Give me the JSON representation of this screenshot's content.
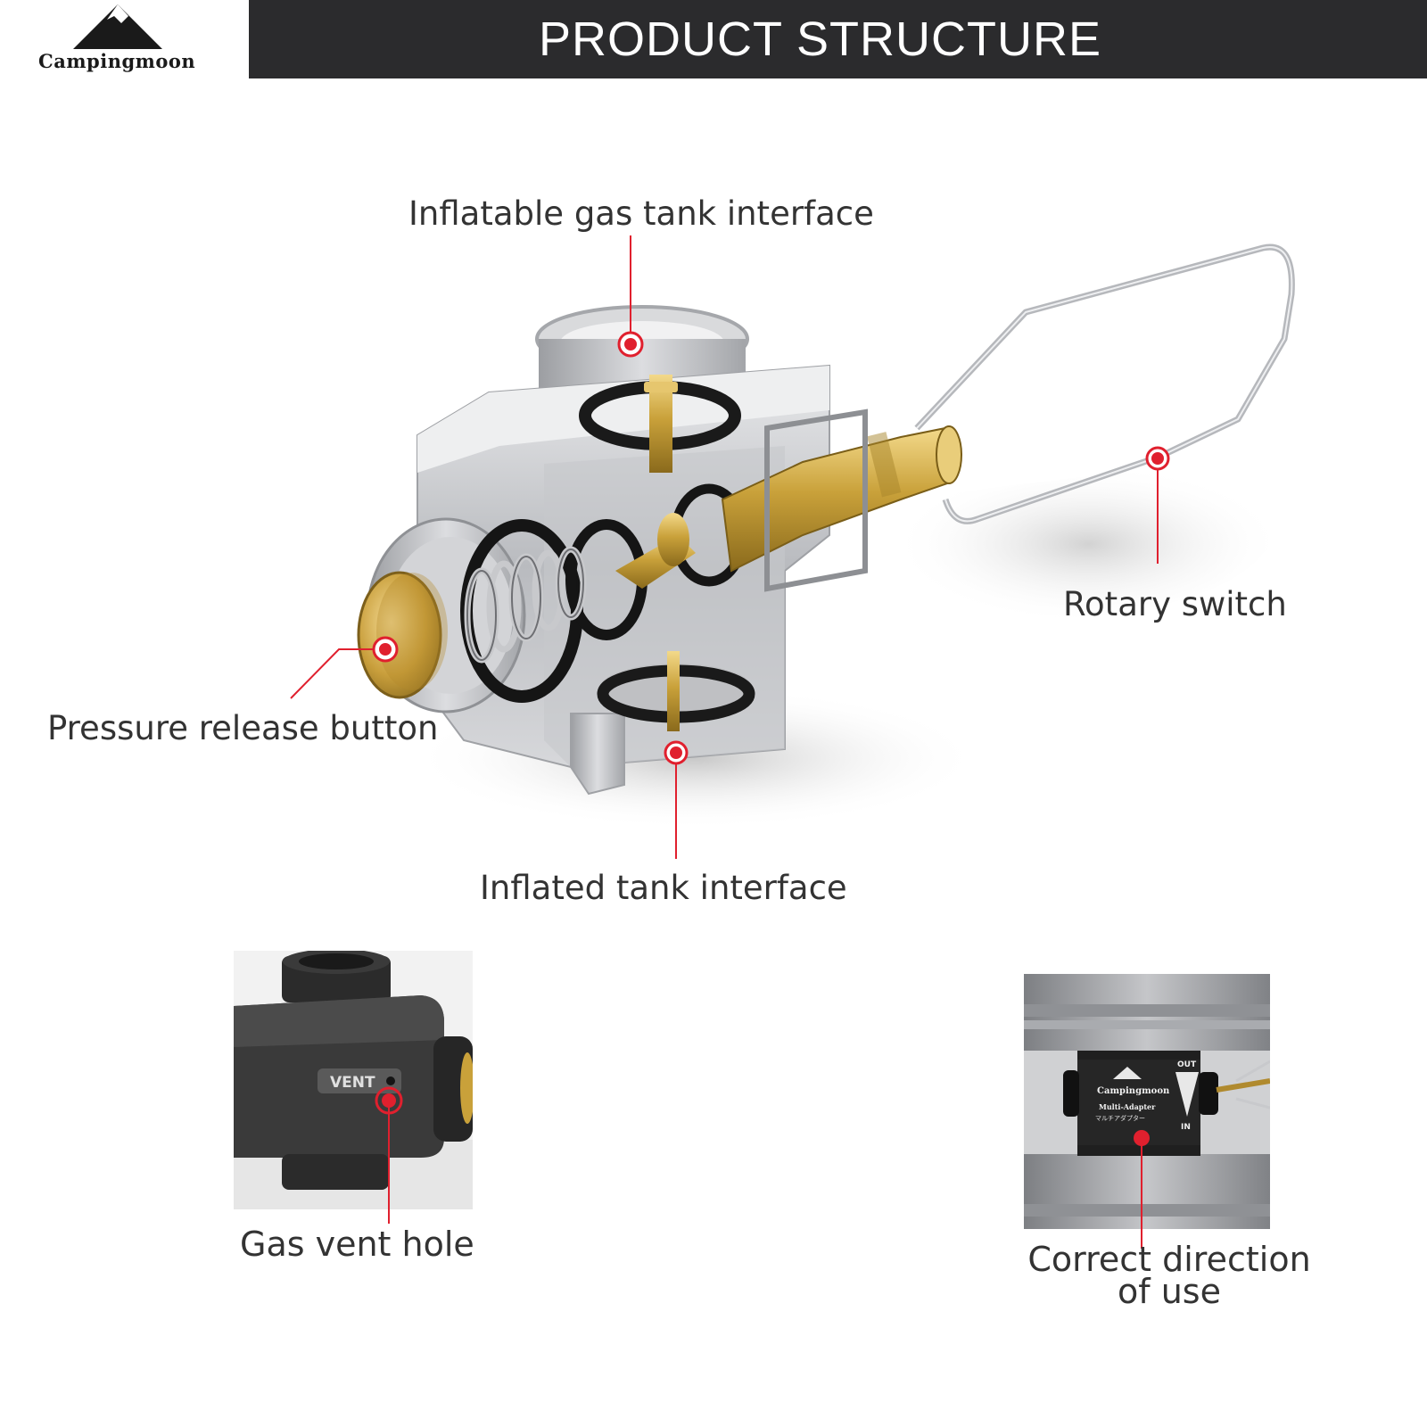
{
  "brand": {
    "name": "Campingmoon"
  },
  "header": {
    "title": "PRODUCT STRUCTURE"
  },
  "callouts": {
    "gas_tank_interface": "Inflatable gas tank interface",
    "rotary_switch": "Rotary switch",
    "pressure_release": "Pressure release button",
    "inflated_tank_interface": "Inflated tank interface",
    "gas_vent_hole": "Gas vent hole",
    "correct_direction": "Correct direction of use"
  },
  "inset_vent": {
    "marking": "VENT"
  },
  "inset_adapter": {
    "brand": "Campingmoon",
    "product": "Multi-Adapter",
    "subtitle": "マルチアダプター",
    "out": "OUT",
    "in": "IN"
  },
  "colors": {
    "banner": "#2b2b2d",
    "accent_red": "#e0202e",
    "brass": "#c9a13a",
    "metal": "#c9cacd"
  }
}
